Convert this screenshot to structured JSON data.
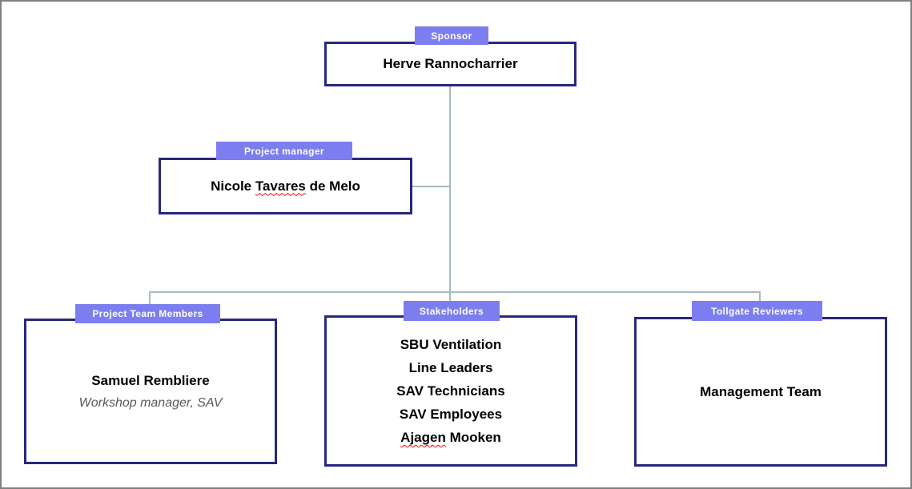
{
  "colors": {
    "badge_bg": "#7C7EF0",
    "badge_text": "#FFFFFF",
    "box_border": "#28287E",
    "connector": "#A6BAC0",
    "name_text": "#000000",
    "role_text": "#595959",
    "spellcheck_underline": "#FF0000",
    "page_border": "#808080",
    "background": "#FFFFFF"
  },
  "nodes": {
    "sponsor": {
      "label": "Sponsor",
      "name": "Herve Rannocharrier"
    },
    "project_manager": {
      "label": "Project manager",
      "name_pre": "Nicole ",
      "name_misspelled": "Tavares",
      "name_post": " de Melo"
    },
    "project_team": {
      "label": "Project Team Members",
      "name": "Samuel Rembliere",
      "role": "Workshop manager, SAV"
    },
    "stakeholders": {
      "label": "Stakeholders",
      "members": [
        "SBU Ventilation",
        "Line Leaders",
        "SAV Technicians",
        "SAV Employees"
      ],
      "last_member_misspelled": "Ajagen",
      "last_member_rest": " Mooken"
    },
    "tollgate": {
      "label": "Tollgate Reviewers",
      "team": "Management Team"
    }
  }
}
